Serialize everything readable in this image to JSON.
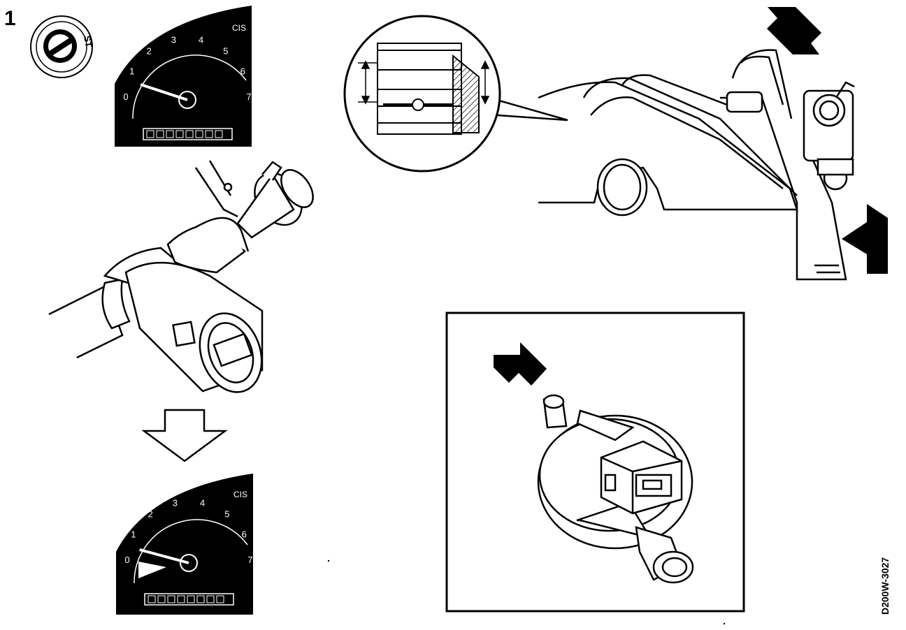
{
  "figure": {
    "step_number": "1",
    "reference_code": "D200W-3027",
    "ignition_label": "ST",
    "gauges": [
      {
        "id": "gauge-before",
        "scale_labels": [
          "0",
          "1",
          "2",
          "3",
          "4",
          "5",
          "6",
          "7"
        ],
        "unit_label": "CIS",
        "needle_value": 1.3
      },
      {
        "id": "gauge-after",
        "scale_labels": [
          "0",
          "1",
          "2",
          "3",
          "4",
          "5",
          "6",
          "7"
        ],
        "unit_label": "CIS",
        "needle_value": 1.1
      }
    ]
  }
}
